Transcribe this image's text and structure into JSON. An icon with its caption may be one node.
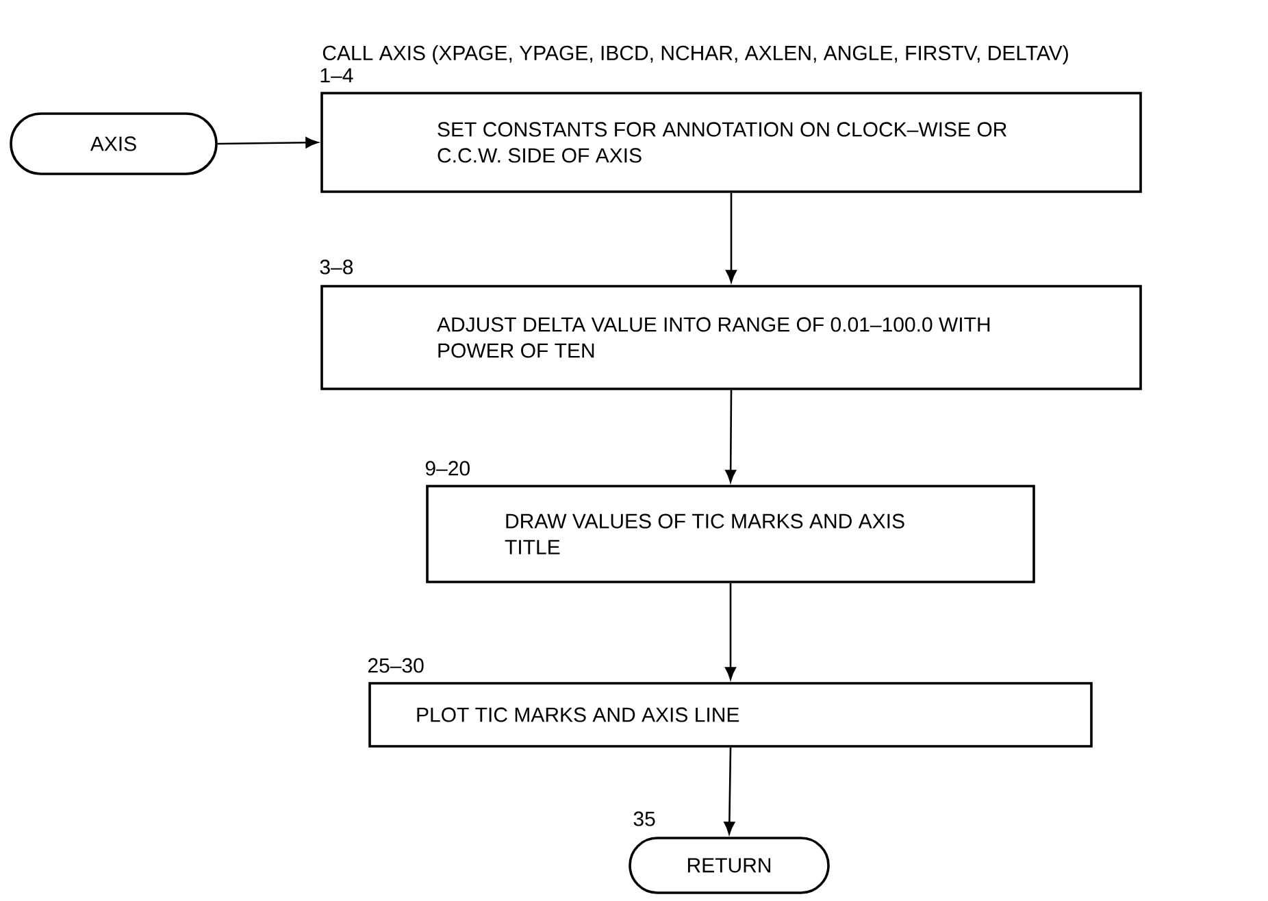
{
  "diagram": {
    "title": "CALL AXIS (XPAGE, YPAGE, IBCD, NCHAR, AXLEN, ANGLE, FIRSTV, DELTAV)",
    "nodes": [
      {
        "text": [
          "AXIS"
        ]
      },
      {
        "text": [
          "SET CONSTANTS FOR ANNOTATION ON CLOCK–WISE OR C.C.W. SIDE OF AXIS"
        ],
        "beside": [
          "1–4"
        ]
      },
      {
        "text": [
          "ADJUST DELTA VALUE INTO RANGE OF 0.01–100.0 WITH POWER OF TEN"
        ],
        "beside": [
          "3–8"
        ]
      },
      {
        "text": [
          "DRAW VALUES OF TIC MARKS AND AXIS TITLE"
        ],
        "beside": [
          "9–20"
        ]
      },
      {
        "text": [
          "PLOT TIC MARKS AND AXIS LINE"
        ],
        "beside": [
          "25–30"
        ]
      },
      {
        "text": [
          "RETURN"
        ],
        "beside": [
          "35"
        ]
      }
    ],
    "edges": [
      {
        "from": 0,
        "to": 1,
        "arrow": "to"
      },
      {
        "from": 1,
        "to": 2,
        "arrow": "to"
      },
      {
        "from": 2,
        "to": 3,
        "arrow": "to"
      },
      {
        "from": 3,
        "to": 4,
        "arrow": "to"
      },
      {
        "from": 4,
        "to": 5,
        "arrow": "to"
      }
    ]
  }
}
